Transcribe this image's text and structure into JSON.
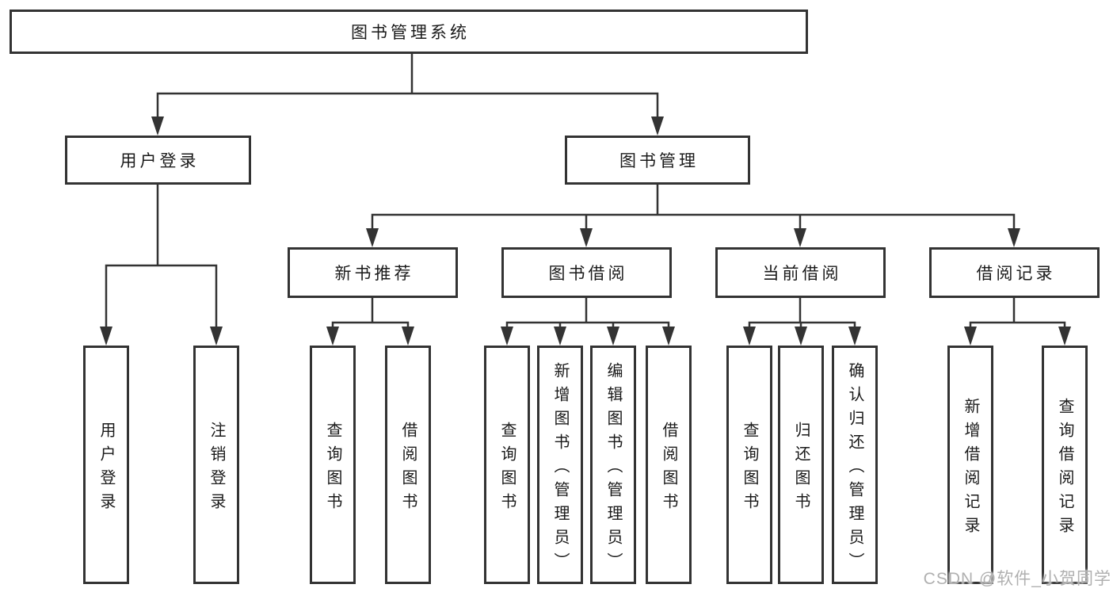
{
  "diagram": {
    "type": "hierarchy",
    "root": {
      "label": "图书管理系统"
    },
    "branches": [
      {
        "label": "用户登录",
        "children": [
          {
            "label": "用户登录"
          },
          {
            "label": "注销登录"
          }
        ]
      },
      {
        "label": "图书管理",
        "children": [
          {
            "label": "新书推荐",
            "children": [
              {
                "label": "查询图书"
              },
              {
                "label": "借阅图书"
              }
            ]
          },
          {
            "label": "图书借阅",
            "children": [
              {
                "label": "查询图书"
              },
              {
                "label": "新增图书（管理员）"
              },
              {
                "label": "编辑图书（管理员）"
              },
              {
                "label": "借阅图书"
              }
            ]
          },
          {
            "label": "当前借阅",
            "children": [
              {
                "label": "查询图书"
              },
              {
                "label": "归还图书"
              },
              {
                "label": "确认归还（管理员）"
              }
            ]
          },
          {
            "label": "借阅记录",
            "children": [
              {
                "label": "新增借阅记录"
              },
              {
                "label": "查询借阅记录"
              }
            ]
          }
        ]
      }
    ],
    "colors": {
      "line": "#333333",
      "box_border": "#333333",
      "box_background": "#ffffff",
      "text": "#1a1a1a",
      "watermark": "#b0b0b0"
    }
  },
  "watermark": {
    "text": "CSDN @软件_小贺同学"
  }
}
